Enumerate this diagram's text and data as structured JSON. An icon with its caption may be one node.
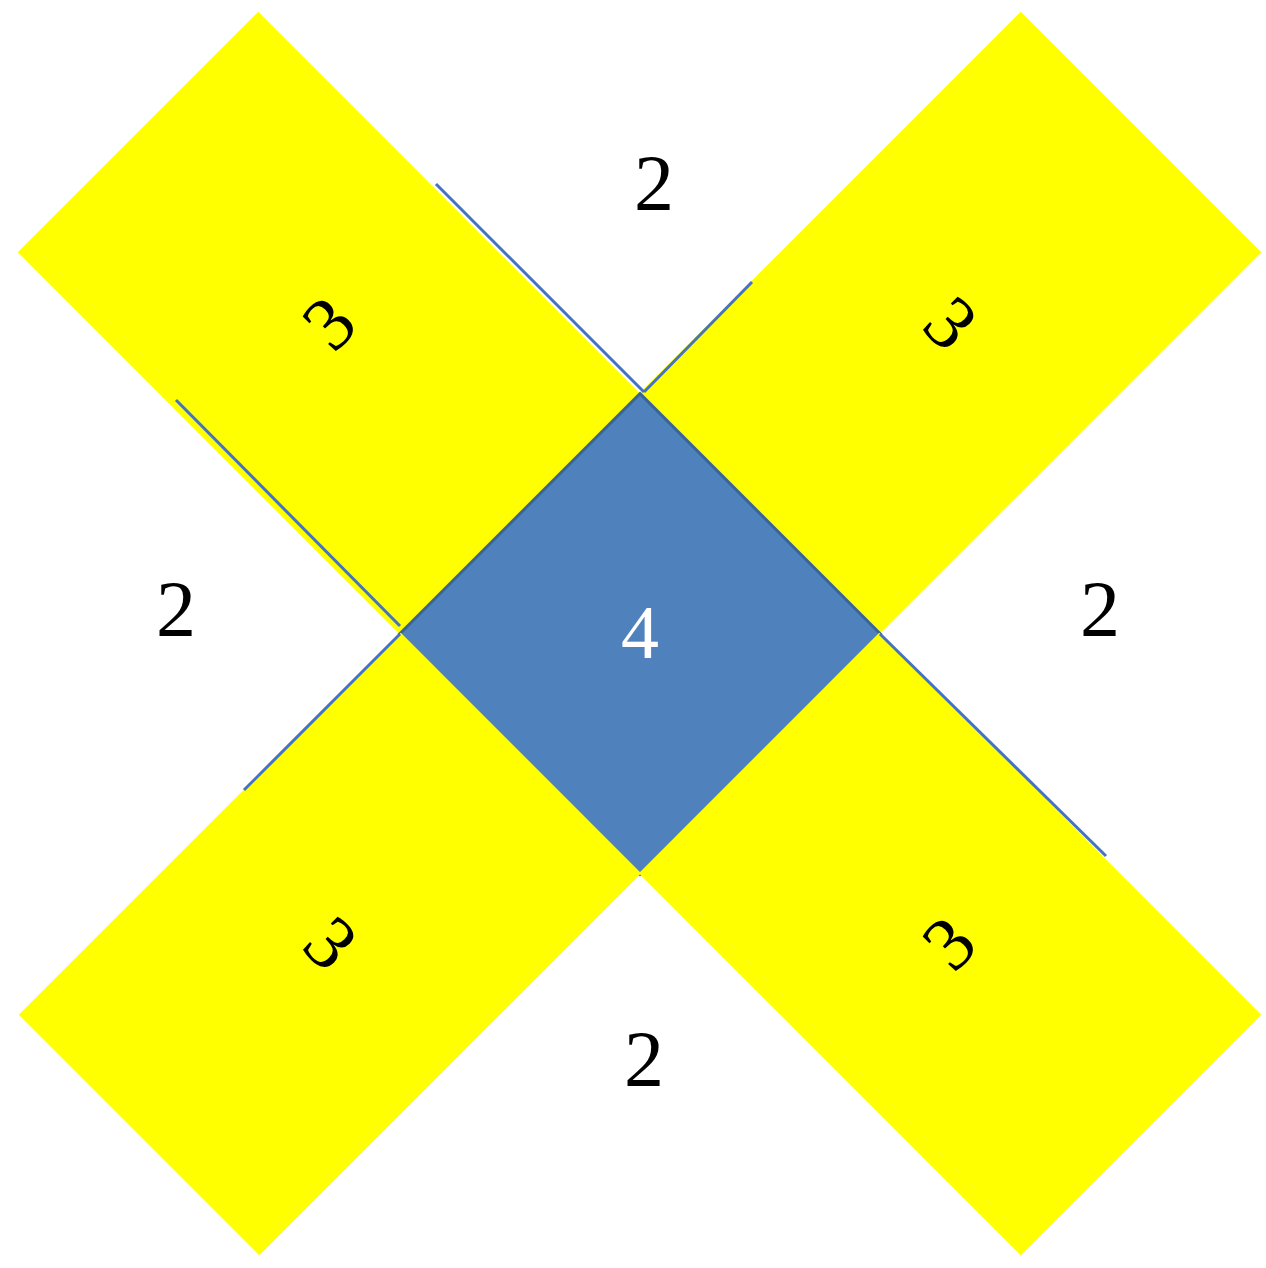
{
  "diagram": {
    "nodes": [
      {
        "text": [
          "3"
        ]
      },
      {
        "text": [
          "3"
        ]
      },
      {
        "text": [
          "4"
        ]
      },
      {
        "text": [
          "3"
        ]
      },
      {
        "text": [
          "3"
        ]
      }
    ],
    "labels": [
      "2",
      "2",
      "2",
      "2"
    ]
  }
}
